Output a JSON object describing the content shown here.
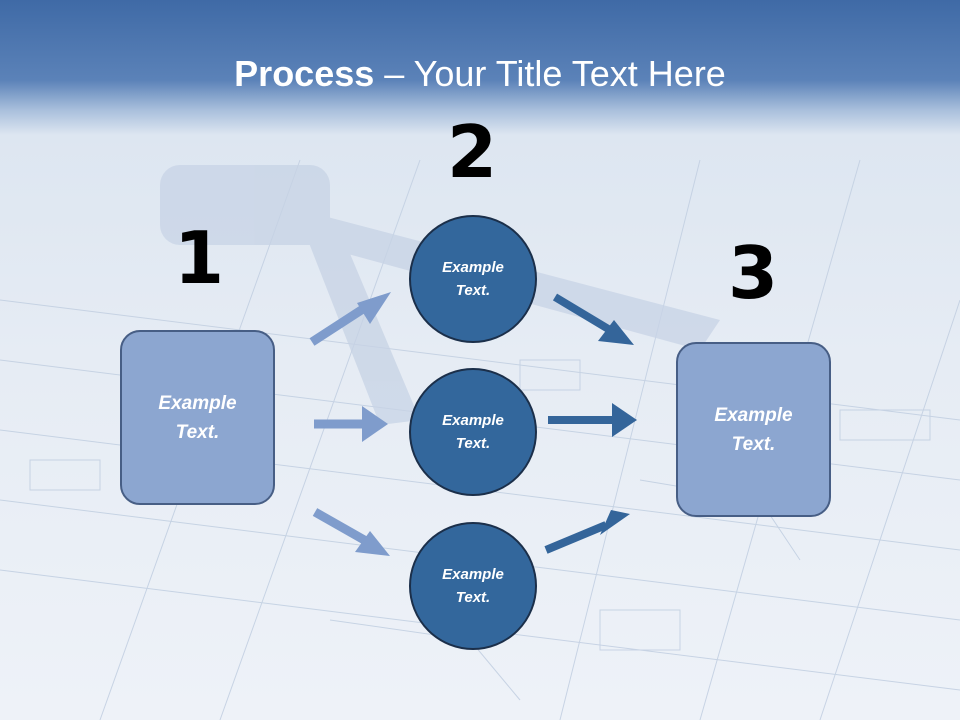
{
  "title": {
    "bold": "Process",
    "rest": " – Your Title Text Here"
  },
  "steps": [
    {
      "number": "1",
      "label_line1": "Example",
      "label_line2": "Text."
    },
    {
      "number": "2",
      "label_line1": "Example",
      "label_line2": "Text."
    },
    {
      "number": "3",
      "label_line1": "Example",
      "label_line2": "Text."
    }
  ],
  "circles": [
    {
      "label_line1": "Example",
      "label_line2": "Text."
    },
    {
      "label_line1": "Example",
      "label_line2": "Text."
    },
    {
      "label_line1": "Example",
      "label_line2": "Text."
    }
  ],
  "colors": {
    "header": "#3f6aa6",
    "box_fill": "#8ca6d0",
    "circle_fill": "#33679c",
    "light_arrow": "#7f9ccc",
    "dark_arrow": "#34659a"
  }
}
